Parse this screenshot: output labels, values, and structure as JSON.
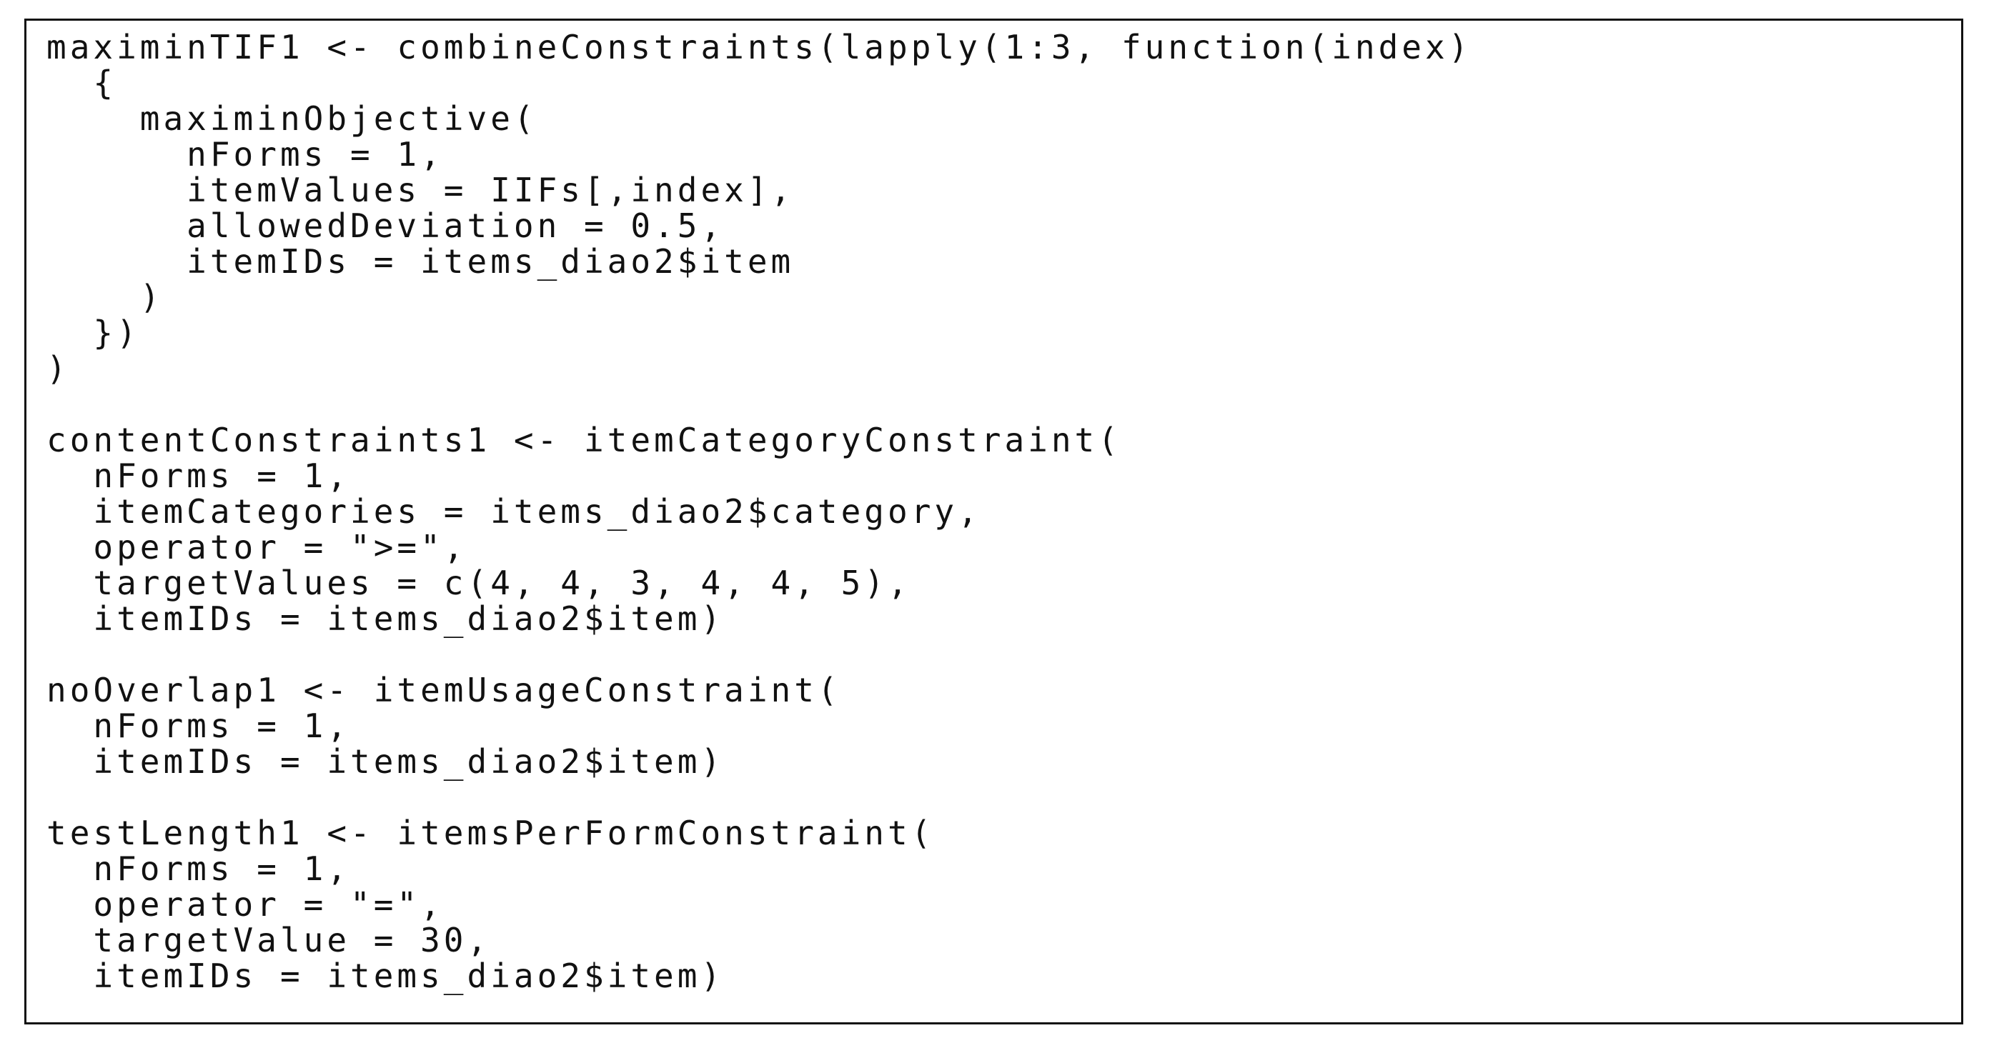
{
  "code": {
    "lines": [
      "maximinTIF1 <- combineConstraints(lapply(1:3, function(index)",
      "  {",
      "    maximinObjective(",
      "      nForms = 1,",
      "      itemValues = IIFs[,index],",
      "      allowedDeviation = 0.5,",
      "      itemIDs = items_diao2$item",
      "    )",
      "  })",
      ")",
      "",
      "contentConstraints1 <- itemCategoryConstraint(",
      "  nForms = 1,",
      "  itemCategories = items_diao2$category,",
      "  operator = \">=\",",
      "  targetValues = c(4, 4, 3, 4, 4, 5),",
      "  itemIDs = items_diao2$item)",
      "",
      "noOverlap1 <- itemUsageConstraint(",
      "  nForms = 1,",
      "  itemIDs = items_diao2$item)",
      "",
      "testLength1 <- itemsPerFormConstraint(",
      "  nForms = 1,",
      "  operator = \"=\",",
      "  targetValue = 30,",
      "  itemIDs = items_diao2$item)"
    ]
  }
}
